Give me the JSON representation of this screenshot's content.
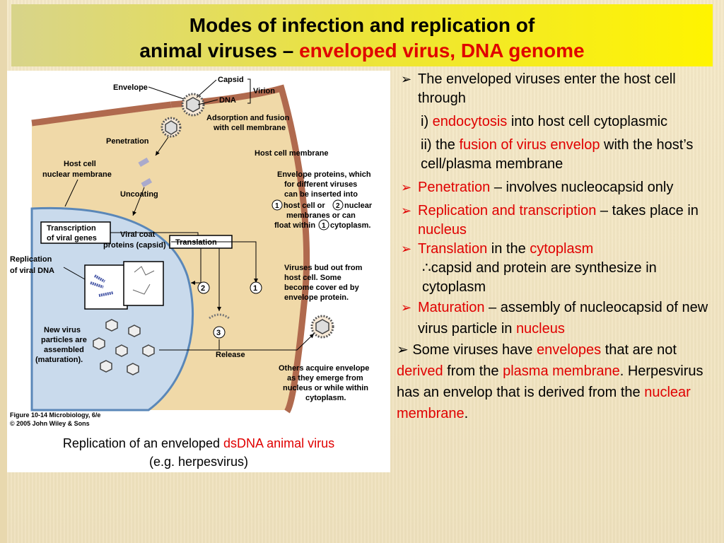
{
  "title": {
    "line1": "Modes of infection and replication of",
    "line2_black": "animal viruses – ",
    "line2_red": "enveloped virus, DNA genome"
  },
  "figure": {
    "labels": {
      "capsid": "Capsid",
      "dna": "DNA",
      "virion": "Virion",
      "envelope": "Envelope",
      "adsorption1": "Adsorption and fusion",
      "adsorption2": "with cell membrane",
      "penetration": "Penetration",
      "host_membrane": "Host cell membrane",
      "nuclear1": "Host cell",
      "nuclear2": "nuclear membrane",
      "uncoating": "Uncoating",
      "env_prot1": "Envelope proteins, which",
      "env_prot2": "for different viruses",
      "env_prot3": "can be inserted into",
      "env_prot4": "host cell or",
      "env_prot4b": "nuclear",
      "env_prot5": "membranes or can",
      "env_prot6": "float within",
      "env_prot6b": "cytoplasm.",
      "transcription1": "Transcription",
      "transcription2": "of viral genes",
      "viral_coat1": "Viral coat",
      "viral_coat2": "proteins (capsid)",
      "translation": "Translation",
      "replication1": "Replication",
      "replication2": "of viral DNA",
      "bud1": "Viruses bud out from",
      "bud2": "host cell. Some",
      "bud3": "become cover ed by",
      "bud4": "envelope protein.",
      "new1": "New virus",
      "new2": "particles are",
      "new3": "assembled",
      "new4": "(maturation).",
      "release": "Release",
      "others1": "Others acquire envelope",
      "others2": "as they emerge from",
      "others3": "nucleus or while within",
      "others4": "cytoplasm.",
      "credit1": "Figure 10-14 Microbiology, 6/e",
      "credit2": "© 2005 John Wiley & Sons",
      "n1": "1",
      "n2": "2",
      "n3": "3"
    },
    "caption_black1": "Replication of an enveloped ",
    "caption_red": "dsDNA animal virus",
    "caption_line2": "(e.g. herpesvirus)"
  },
  "bullets": {
    "b1_line": "The enveloped viruses enter the host cell through",
    "b1_i_pre": "i) ",
    "b1_i_red": "endocytosis",
    "b1_i_post": " into host cell cytoplasmic",
    "b1_ii_pre": "ii) the ",
    "b1_ii_red": "fusion of virus envelop",
    "b1_ii_post": " with the host’s cell/plasma membrane",
    "b2_red": "Penetration",
    "b2_post": " – involves nucleocapsid only",
    "b3_red": "Replication and transcription",
    "b3_mid": " – takes place in ",
    "b3_red2": "nucleus",
    "b4_red": "Translation",
    "b4_mid": " in the ",
    "b4_red2": "cytoplasm",
    "b4_sub": "∴capsid and protein are synthesize in cytoplasm",
    "b5_red": "Maturation",
    "b5_mid": " – assembly of nucleocapsid of new virus particle in ",
    "b5_red2": "nucleus",
    "b6_pre": " Some viruses have ",
    "b6_red1": "envelopes",
    "b6_mid1": " that are  not ",
    "b6_red2": "derived",
    "b6_mid2": " from the ",
    "b6_red3": "plasma membrane",
    "b6_mid3": ". Herpesvirus has an envelop that is derived from the ",
    "b6_red4": "nuclear membrane",
    "b6_end": "."
  },
  "colors": {
    "accent_red": "#e00000",
    "title_yellow": "#fff400",
    "cytoplasm": "#f0d9a8",
    "membrane": "#b06a4e",
    "nucleus": "#c9daec"
  }
}
